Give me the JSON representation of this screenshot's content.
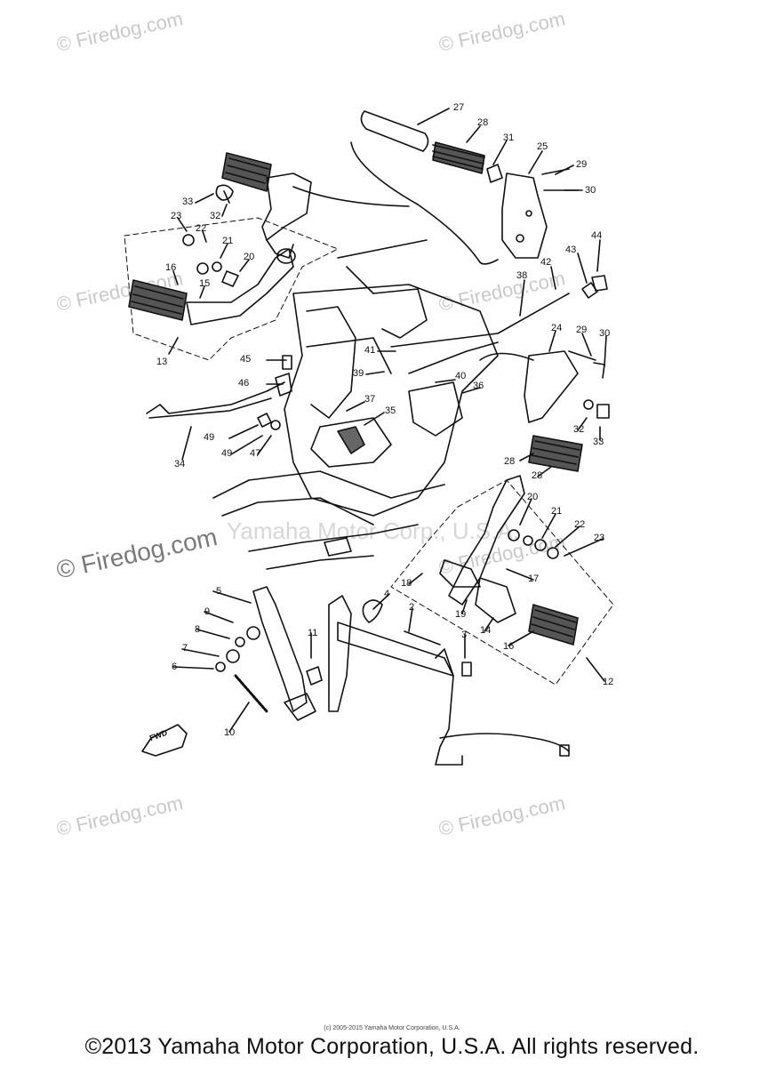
{
  "watermarks": [
    {
      "text": "© Firedog.com"
    },
    {
      "text": "© Firedog.com"
    },
    {
      "text": "© Firedog.com"
    },
    {
      "text": "© Firedog.com"
    },
    {
      "text": "© Firedog.com"
    },
    {
      "text": "© Firedog.com"
    },
    {
      "text": "© Firedog.com"
    },
    {
      "text": "© Firedog.com"
    }
  ],
  "center_watermark": "Yamaha Motor Corp., U.S.A.",
  "fwd_label": "FWD",
  "part_callouts": [
    "27",
    "28",
    "31",
    "25",
    "29",
    "30",
    "33",
    "32",
    "23",
    "22",
    "21",
    "20",
    "16",
    "15",
    "13",
    "38",
    "42",
    "43",
    "44",
    "24",
    "29",
    "30",
    "45",
    "41",
    "39",
    "40",
    "36",
    "46",
    "37",
    "35",
    "49",
    "49",
    "47",
    "34",
    "32",
    "33",
    "28",
    "28",
    "20",
    "21",
    "22",
    "23",
    "17",
    "18",
    "19",
    "14",
    "16",
    "12",
    "5",
    "9",
    "8",
    "7",
    "6",
    "4",
    "2",
    "3",
    "11",
    "10"
  ],
  "small_copyright": "(c) 2005-2015 Yamaha Motor Corporation, U.S.A.",
  "footer_copyright": "©2013 Yamaha Motor Corporation, U.S.A. All rights reserved."
}
